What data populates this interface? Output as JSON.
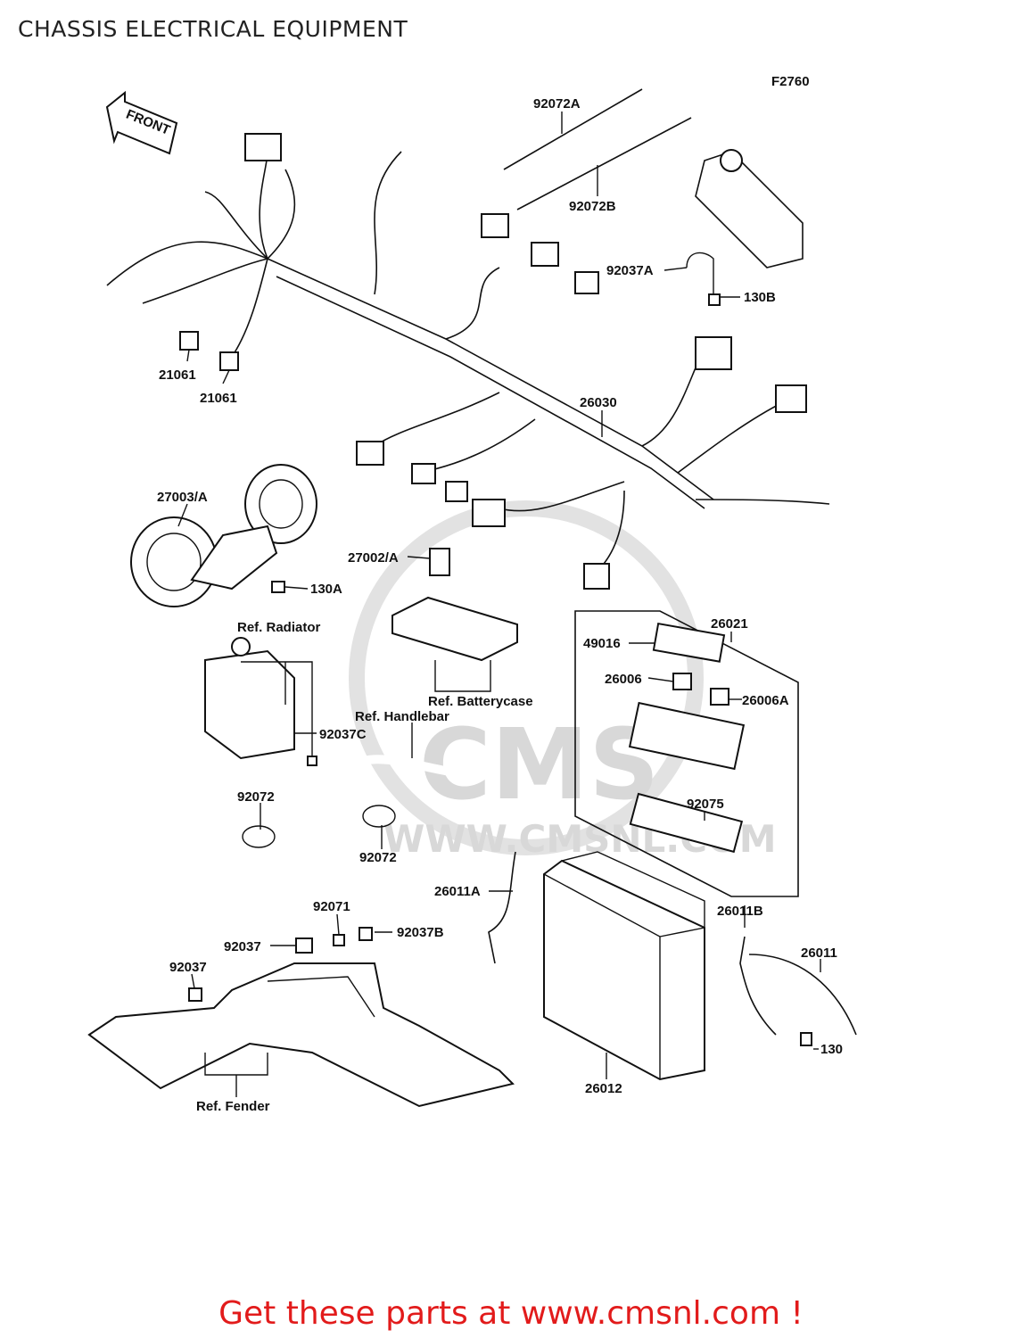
{
  "page_title": "CHASSIS ELECTRICAL EQUIPMENT",
  "figure_code": "F2760",
  "front_arrow_label": "FRONT",
  "watermark": {
    "logo": "CMS",
    "url": "WWW.CMSNL.COM"
  },
  "labels": {
    "p92072A": "92072A",
    "p92072B": "92072B",
    "p92037A": "92037A",
    "p130B": "130B",
    "p21061a": "21061",
    "p21061b": "21061",
    "p26030": "26030",
    "p27003A": "27003/A",
    "p130A": "130A",
    "p27002A": "27002/A",
    "ref_radiator": "Ref. Radiator",
    "p92037C": "92037C",
    "ref_batterycase": "Ref. Batterycase",
    "ref_handlebar": "Ref. Handlebar",
    "p26021": "26021",
    "p49016": "49016",
    "p26006": "26006",
    "p26006A": "26006A",
    "p92075": "92075",
    "p92072a": "92072",
    "p92072b": "92072",
    "p26011A": "26011A",
    "p26011B": "26011B",
    "p92071": "92071",
    "p92037a": "92037",
    "p92037B": "92037B",
    "p92037b": "92037",
    "p26011": "26011",
    "p130": "130",
    "p26012": "26012",
    "ref_fender": "Ref. Fender"
  },
  "footer": "Get these parts at www.cmsnl.com !",
  "colors": {
    "footer_text": "#e21b1b",
    "line": "#111111",
    "watermark": "#d8d8d8"
  }
}
